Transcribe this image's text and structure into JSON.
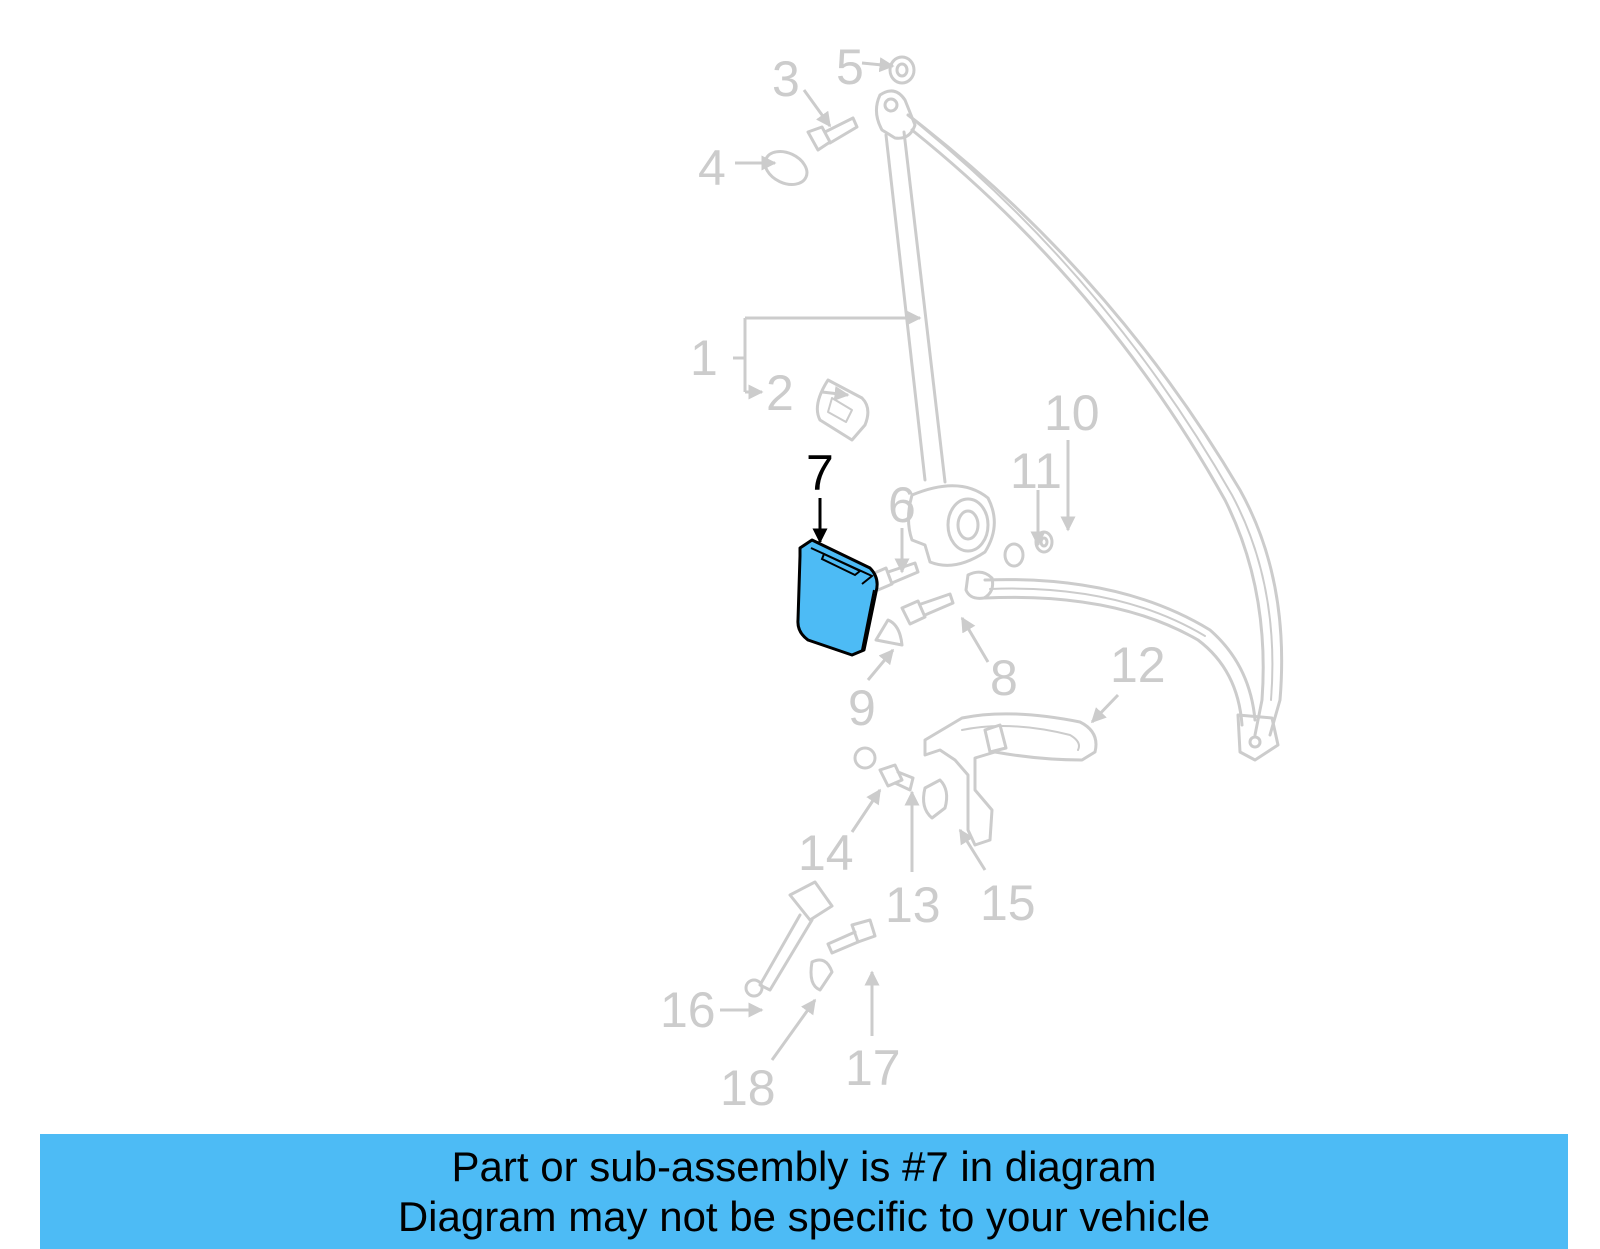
{
  "callouts": [
    "1",
    "2",
    "3",
    "4",
    "5",
    "6",
    "7",
    "8",
    "9",
    "10",
    "11",
    "12",
    "13",
    "14",
    "15",
    "16",
    "17",
    "18"
  ],
  "highlighted_part": "7",
  "colors": {
    "highlight_fill": "#4dbbf5",
    "banner_background": "#4dbbf5",
    "faded_part": "#cccccc",
    "text": "#000000"
  },
  "banner": {
    "line1": "Part or sub-assembly is #7 in diagram",
    "line2": "Diagram may not be specific to your vehicle"
  }
}
